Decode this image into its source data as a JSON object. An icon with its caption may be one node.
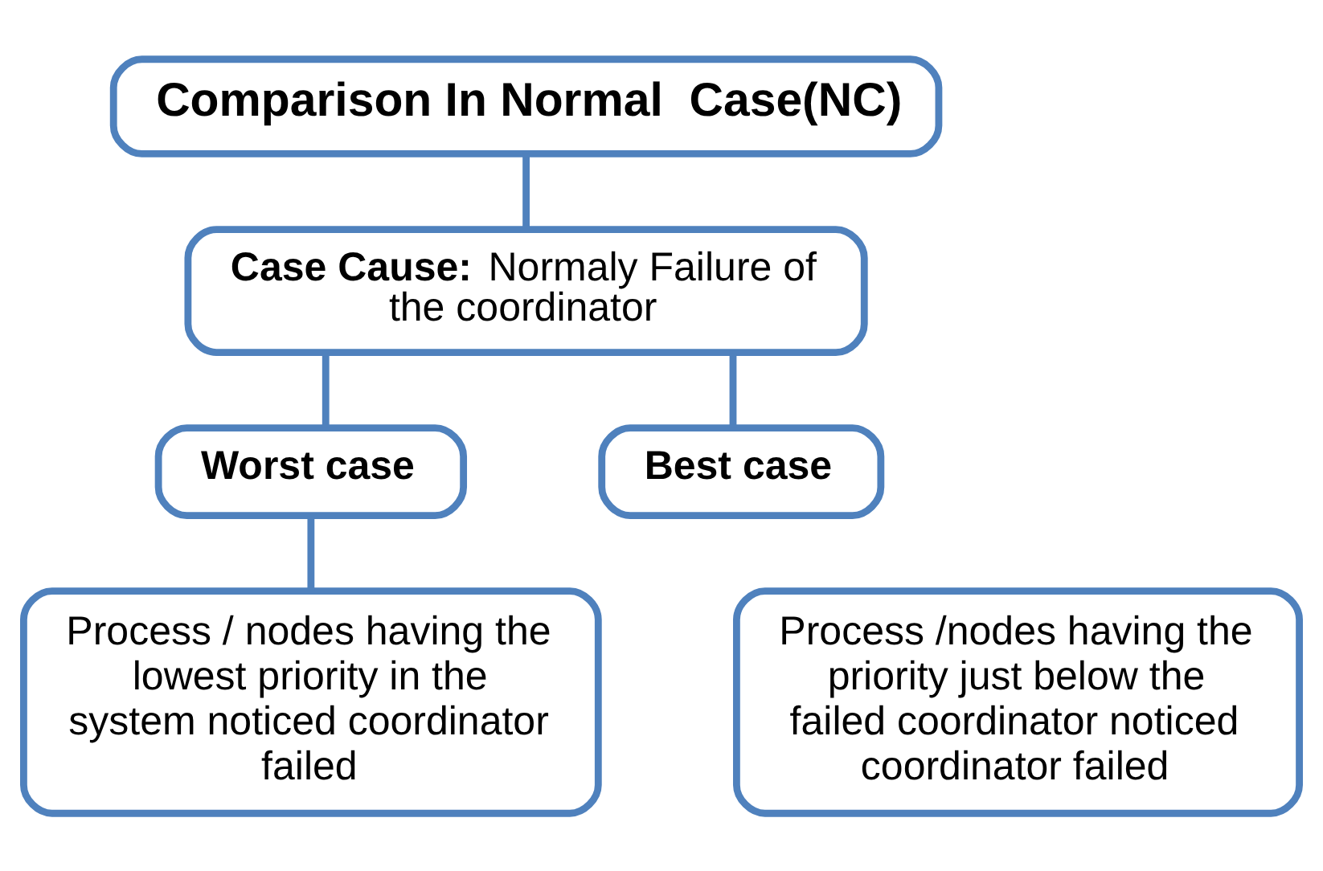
{
  "diagram": {
    "nodes": [
      {
        "text": [
          "Comparison In Normal  Case(NC)"
        ]
      },
      {
        "text": [
          "**Case Cause:** Normaly Failure of the coordinator"
        ]
      },
      {
        "text": [
          "Worst case"
        ]
      },
      {
        "text": [
          "Best case"
        ]
      },
      {
        "text": [
          "Process / nodes having the lowest priority in the system noticed coordinator failed"
        ]
      },
      {
        "text": [
          "Process /nodes having the priority just below the failed coordinator noticed coordinator failed"
        ]
      }
    ],
    "edges": [
      {
        "from": 0,
        "to": 1,
        "arrow": "none"
      },
      {
        "from": 1,
        "to": 2,
        "arrow": "none"
      },
      {
        "from": 1,
        "to": 3,
        "arrow": "none"
      },
      {
        "from": 2,
        "to": 4,
        "arrow": "none"
      }
    ]
  }
}
